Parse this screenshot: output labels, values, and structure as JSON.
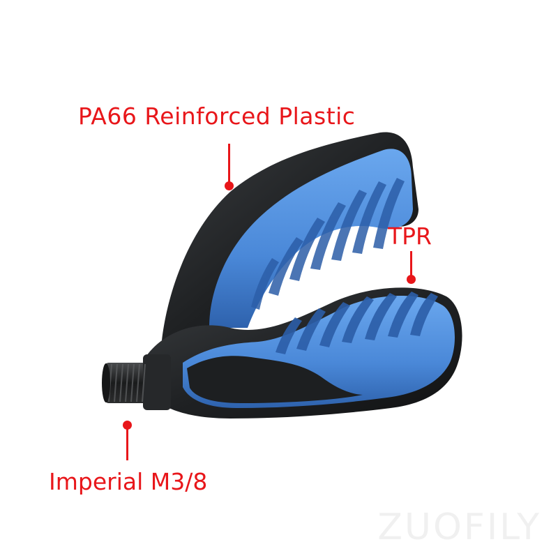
{
  "labels": {
    "material_body": "PA66 Reinforced Plastic",
    "material_pad": "TPR",
    "thread": "Imperial M3/8"
  },
  "watermark": "ZUOFILY",
  "colors": {
    "label_red": "#e8161a",
    "body_black": "#222426",
    "pad_blue": "#4f8fdc",
    "pad_blue_dark": "#2f66b0",
    "background": "#ffffff"
  }
}
